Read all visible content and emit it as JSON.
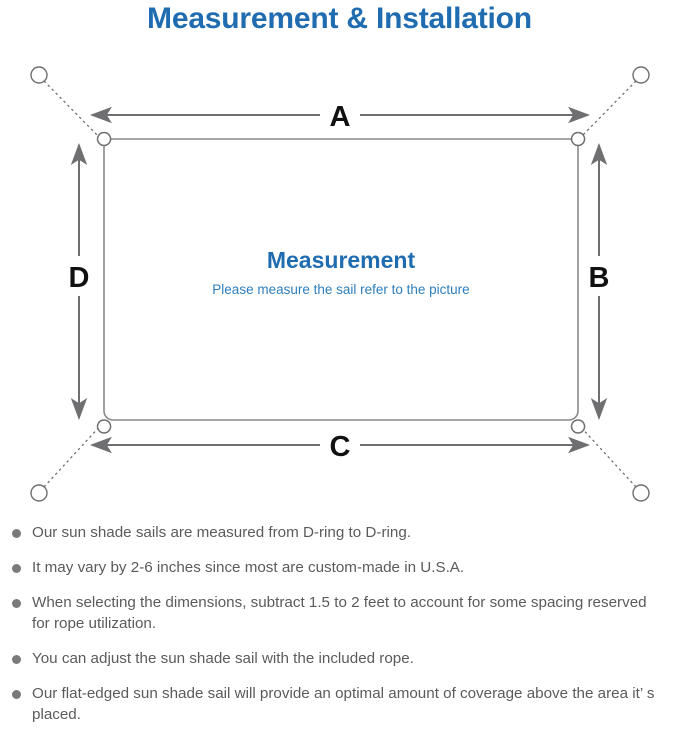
{
  "header": {
    "title": "Measurement & Installation",
    "title_color": "#1f6cb0"
  },
  "diagram": {
    "name": "shade-sail-measurement-diagram",
    "sail": {
      "title": "Measurement",
      "subtitle": "Please measure the sail refer to the picture",
      "title_color": "#1f6cb0",
      "subtitle_color": "#2e7ebb",
      "edge_color": "#8a8a8c",
      "fill_color": "#ffffff"
    },
    "dimensions": {
      "top": "A",
      "right": "B",
      "bottom": "C",
      "left": "D"
    },
    "dimension_color": "#111111",
    "arrow_color": "#6f6f71",
    "anchor_color": "#6f6f71",
    "anchors": [
      {
        "name": "anchor-top-left"
      },
      {
        "name": "anchor-top-right"
      },
      {
        "name": "anchor-bottom-left"
      },
      {
        "name": "anchor-bottom-right"
      }
    ],
    "d_rings": [
      {
        "name": "d-ring-top-left"
      },
      {
        "name": "d-ring-top-right"
      },
      {
        "name": "d-ring-bottom-left"
      },
      {
        "name": "d-ring-bottom-right"
      }
    ]
  },
  "notes": {
    "bullet_color": "#7a7a7a",
    "text_color": "#5b5b5d",
    "items": [
      "Our sun shade sails are measured from D-ring to D-ring.",
      "It may vary by 2-6 inches since most are custom-made in U.S.A.",
      "When selecting the dimensions, subtract 1.5 to 2 feet to account for some spacing reserved for rope utilization.",
      "You can adjust the sun shade sail with the included rope.",
      "Our flat-edged sun shade sail will provide an optimal amount of coverage above the area it’ s placed."
    ]
  }
}
